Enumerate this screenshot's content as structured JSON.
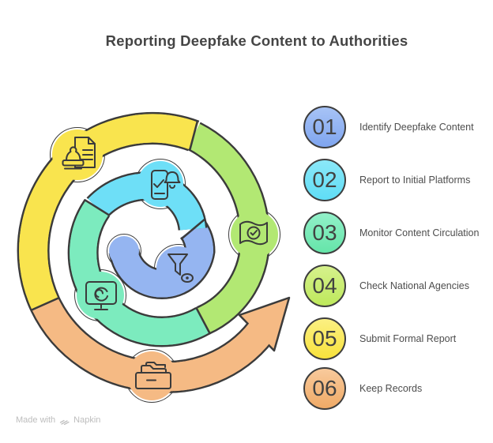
{
  "title": "Reporting Deepfake Content to Authorities",
  "steps": [
    {
      "num": "01",
      "label": "Identify Deepfake Content",
      "color": "#84A9F0",
      "icon": "funnel-eye"
    },
    {
      "num": "02",
      "label": "Report to Initial Platforms",
      "color": "#70E2F6",
      "icon": "phone-notification"
    },
    {
      "num": "03",
      "label": "Monitor Content Circulation",
      "color": "#75E9B8",
      "icon": "monitor-refresh"
    },
    {
      "num": "04",
      "label": "Check National Agencies",
      "color": "#C8EC70",
      "icon": "flag-check"
    },
    {
      "num": "05",
      "label": "Submit Formal Report",
      "color": "#F9E75C",
      "icon": "document-stamp"
    },
    {
      "num": "06",
      "label": "Keep Records",
      "color": "#F3B97E",
      "icon": "folder-records"
    }
  ],
  "spiral": {
    "outline_color": "#3b3b3b",
    "segments": [
      {
        "name": "identify-deepfake-content",
        "color": "#95B5F1"
      },
      {
        "name": "report-to-initial-platforms",
        "color": "#6EDFF7"
      },
      {
        "name": "monitor-content-circulation",
        "color": "#7CEBBE"
      },
      {
        "name": "check-national-agencies",
        "color": "#B2E873"
      },
      {
        "name": "submit-formal-report",
        "color": "#F9E44E"
      },
      {
        "name": "keep-records",
        "color": "#F5BA84"
      }
    ]
  },
  "watermark": {
    "prefix": "Made with",
    "brand": "Napkin"
  }
}
